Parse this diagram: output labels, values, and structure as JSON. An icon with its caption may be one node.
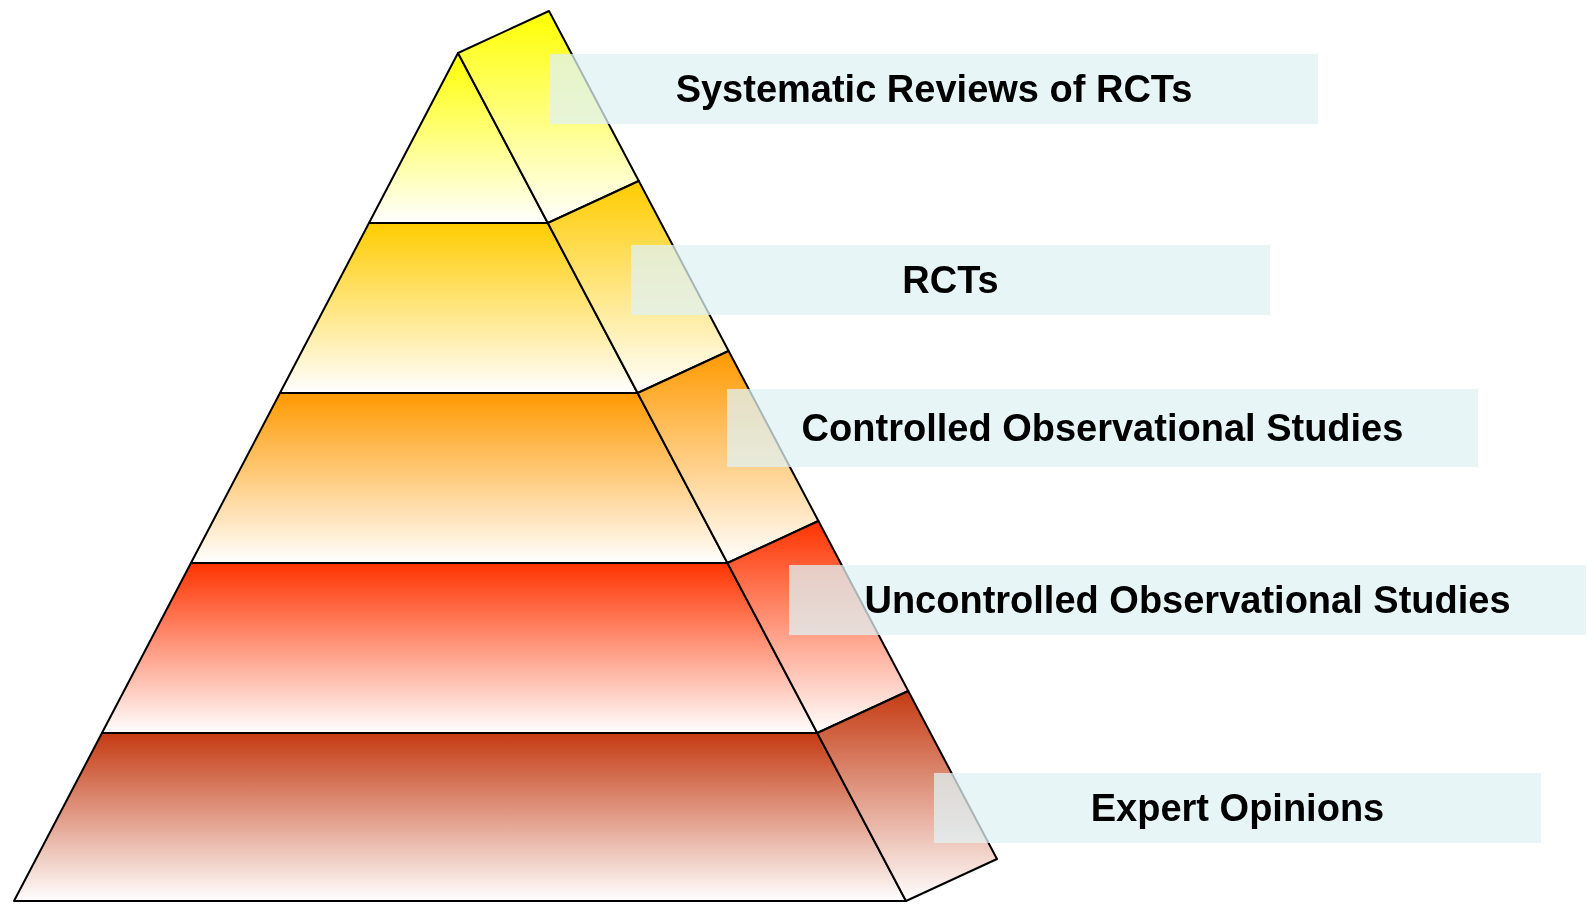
{
  "diagram": {
    "nodes": [
      {
        "text": [
          "Systematic Reviews of RCTs"
        ]
      },
      {
        "text": [
          "RCTs"
        ]
      },
      {
        "text": [
          "Controlled Observational Studies"
        ]
      },
      {
        "text": [
          "Uncontrolled Observational Studies"
        ]
      },
      {
        "text": [
          "Expert Opinions"
        ]
      }
    ]
  }
}
